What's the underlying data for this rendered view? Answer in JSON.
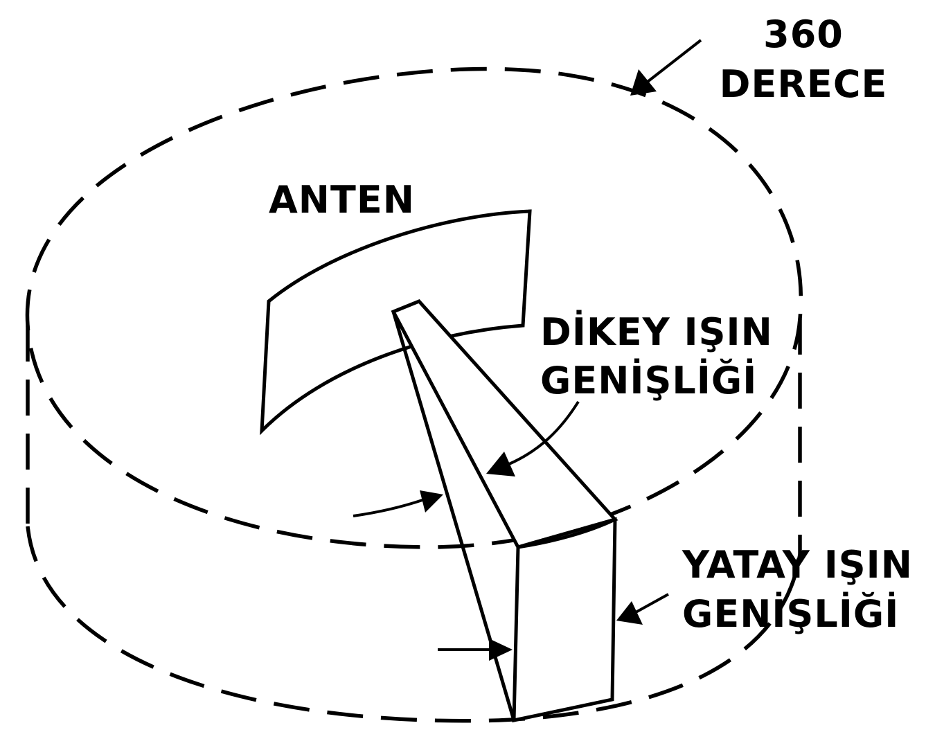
{
  "labels": {
    "degrees_line1": "360",
    "degrees_line2": "DERECE",
    "antenna": "ANTEN",
    "vertical_line1": "DİKEY IŞIN",
    "vertical_line2": "GENİŞLİĞİ",
    "horizontal_line1": "YATAY IŞIN",
    "horizontal_line2": "GENİŞLİĞİ"
  },
  "colors": {
    "ink": "#000000",
    "background": "#ffffff"
  }
}
